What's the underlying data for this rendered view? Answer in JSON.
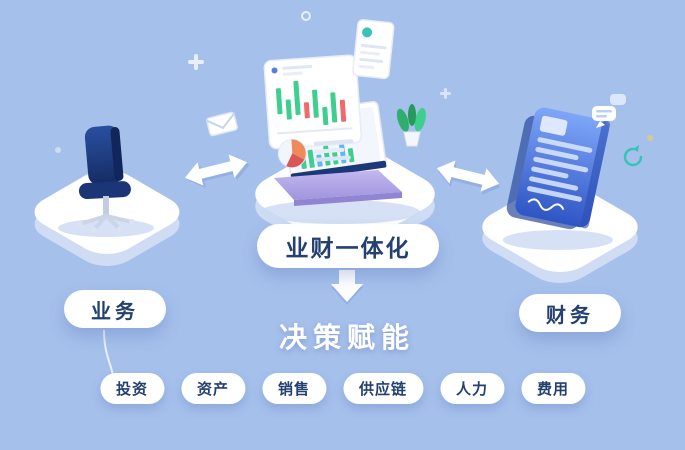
{
  "scene": {
    "background_color": "#a6c0ec",
    "center_pill": "业财一体化",
    "left_pill": "业务",
    "right_pill": "财务",
    "headline": "决策赋能",
    "modules": [
      {
        "label": "投资"
      },
      {
        "label": "资产"
      },
      {
        "label": "销售"
      },
      {
        "label": "供应链"
      },
      {
        "label": "人力"
      },
      {
        "label": "费用"
      }
    ],
    "colors": {
      "background": "#a6c0ec",
      "pill_text": "#23406f",
      "headline_text": "#ffffff",
      "chair_navy": "#1c3a7e",
      "laptop_lavender": "#b3a7e8",
      "document_blue": "#3c66d6",
      "chart_green": "#3ecf8e",
      "refresh_teal": "#35c4b5",
      "arrow_white": "#ffffff"
    },
    "icons": [
      "chair-icon",
      "laptop-icon",
      "dashboard-card-icon",
      "document-icon",
      "envelope-icon",
      "plant-icon",
      "chat-bubbles-icon",
      "refresh-icon",
      "left-double-arrow-icon",
      "right-double-arrow-icon",
      "down-arrow-icon"
    ]
  }
}
